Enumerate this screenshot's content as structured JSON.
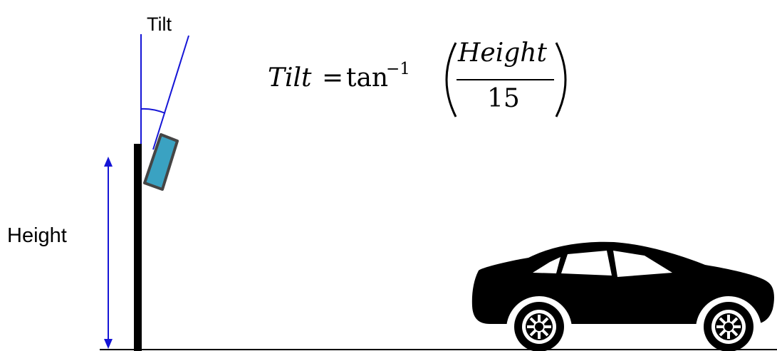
{
  "labels": {
    "tilt": "Tilt",
    "height": "Height"
  },
  "formula": {
    "lhs": "Tilt",
    "equals": "=",
    "func": "tan",
    "superscript": "−1",
    "numerator": "Height",
    "denominator": "15"
  },
  "colors": {
    "pole": "#000000",
    "guide_lines": "#1515d6",
    "height_arrow": "#1515d6",
    "camera_fill": "#3aa2c2",
    "camera_border": "#454545",
    "car": "#000000",
    "ground": "#000000"
  },
  "icons": {
    "vehicle": "car-icon",
    "sensor": "camera-icon"
  }
}
